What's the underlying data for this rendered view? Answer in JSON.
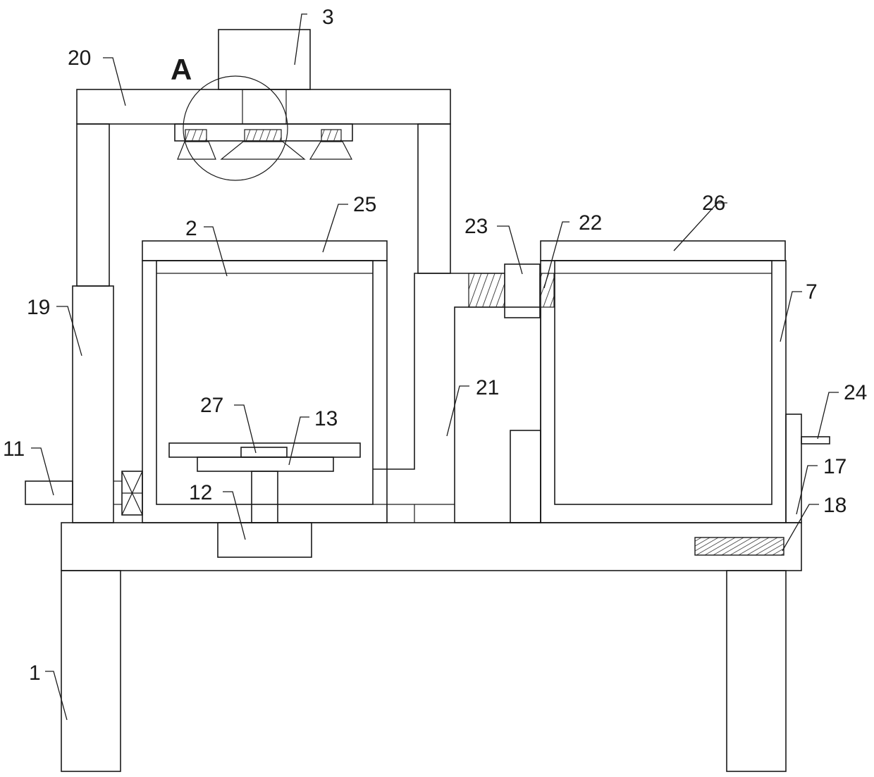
{
  "detail_marker": "A",
  "labels": {
    "l1": "1",
    "l2": "2",
    "l3": "3",
    "l7": "7",
    "l11": "11",
    "l12": "12",
    "l13": "13",
    "l17": "17",
    "l18": "18",
    "l19": "19",
    "l20": "20",
    "l21": "21",
    "l22": "22",
    "l23": "23",
    "l24": "24",
    "l25": "25",
    "l26": "26",
    "l27": "27"
  }
}
